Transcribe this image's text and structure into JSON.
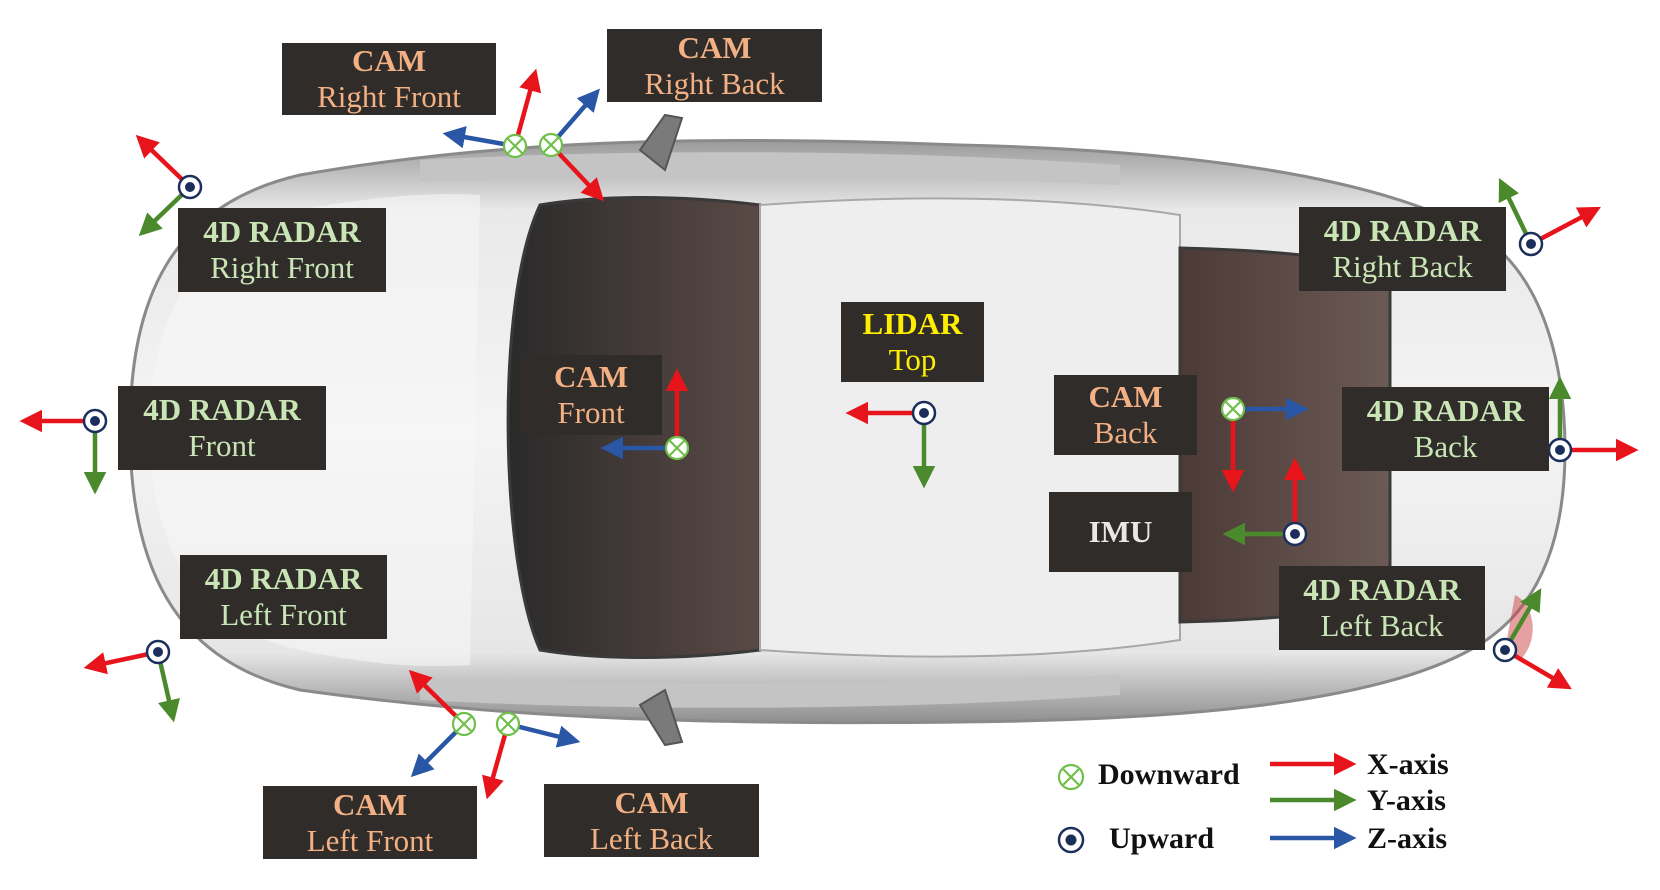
{
  "sensors": {
    "cam_right_front": {
      "title": "CAM",
      "sub": "Right Front"
    },
    "cam_right_back": {
      "title": "CAM",
      "sub": "Right Back"
    },
    "cam_front": {
      "title": "CAM",
      "sub": "Front"
    },
    "cam_back": {
      "title": "CAM",
      "sub": "Back"
    },
    "cam_left_front": {
      "title": "CAM",
      "sub": "Left Front"
    },
    "cam_left_back": {
      "title": "CAM",
      "sub": "Left Back"
    },
    "radar_right_front": {
      "title": "4D RADAR",
      "sub": "Right Front"
    },
    "radar_front": {
      "title": "4D RADAR",
      "sub": "Front"
    },
    "radar_left_front": {
      "title": "4D RADAR",
      "sub": "Left Front"
    },
    "radar_right_back": {
      "title": "4D RADAR",
      "sub": "Right Back"
    },
    "radar_back": {
      "title": "4D RADAR",
      "sub": "Back"
    },
    "radar_left_back": {
      "title": "4D RADAR",
      "sub": "Left Back"
    },
    "lidar_top": {
      "title": "LIDAR",
      "sub": "Top"
    },
    "imu": {
      "title": "IMU"
    }
  },
  "legend": {
    "downward": "Downward",
    "upward": "Upward",
    "x_axis": "X-axis",
    "y_axis": "Y-axis",
    "z_axis": "Z-axis"
  },
  "colors": {
    "x_axis": "#e8141b",
    "y_axis": "#4b8a2c",
    "z_axis": "#2a56a6",
    "downward_marker": "#6fbf4a",
    "upward_marker": "#1c2f5c",
    "label_bg": "#2f2c2a",
    "cam_text": "#f2b083",
    "radar_text": "#c9e5b5",
    "lidar_text": "#ffee00"
  }
}
